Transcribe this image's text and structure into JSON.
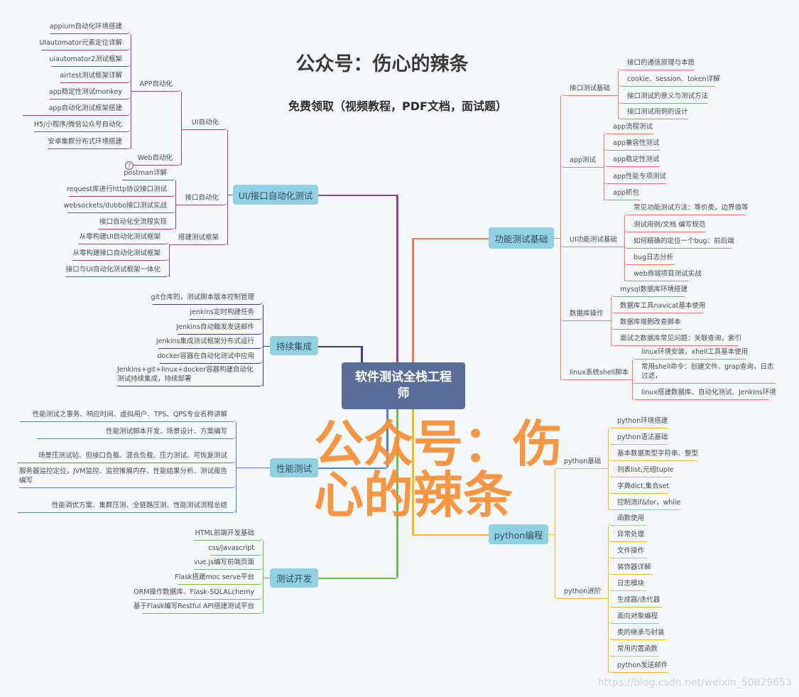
{
  "header": {
    "title": "公众号：伤心的辣条",
    "subtitle": "免费领取（视频教程，PDF文档，面试题）"
  },
  "watermark": "公众号：伤心的辣条",
  "url_watermark": "https://blog.csdn.net/weixin_50829653",
  "center": "软件测试全栈工程师",
  "colors": {
    "ui": "#9b3e8f",
    "ci": "#3b3a8c",
    "perf": "#4a82d0",
    "dev": "#6cbf4c",
    "func": "#f27a63",
    "python": "#f5b823",
    "center": "#5a6d98",
    "topic_box": "#8fd0e2"
  },
  "branches": {
    "ui": {
      "label": "UI/接口自动化测试",
      "subs": [
        {
          "label": "UI自动化"
        },
        {
          "label": "APP自动化",
          "items": [
            "appium自动化环境搭建",
            "UIautomator元素定位详解",
            "uiautomator2测试框架",
            "airtest测试框架详解",
            "app稳定性测试monkey",
            "app自动化测试框架搭建",
            "H5/小程序/微信公众号自动化",
            "安卓集群分布式环境搭建"
          ]
        },
        {
          "label": "Web自动化",
          "collapsed_count": "7"
        },
        {
          "label": "接口自动化",
          "items": [
            "postman详解",
            "request库进行http协议接口测试",
            "websockets/dubbo接口测试实战",
            "接口自动化全流程实现"
          ]
        },
        {
          "label": "搭建测试框架",
          "items": [
            "从零构建UI自动化测试框架",
            "从零构建接口自动化测试框架",
            "接口与UI自动化测试框架一体化"
          ]
        }
      ]
    },
    "ci": {
      "label": "持续集成",
      "items": [
        "git仓库的，测试脚本版本控制管理",
        "jenkins定时构建任务",
        "Jenkins自动触发发送邮件",
        "jenkins集成测试框架分布式运行",
        "docker容器在自动化测试中应用",
        "Jenkins+git+linux+docker容器构建自动化测试持续集成，持续部署"
      ]
    },
    "perf": {
      "label": "性能测试",
      "items": [
        "性能测试之事务、响应时间、虚拟用户、TPS、QPS专业名称讲解",
        "性能测试脚本开发、场景设计、方案编写",
        "场景压测试验、但接口负载、混合负载、压力测试、可恢复测试",
        "服务器监控定位，JVM监控、监控推展内存、性能结果分析、测试报告编写",
        "性能调优方案、集群压测、全链路压测、性能测试流程总结"
      ]
    },
    "dev": {
      "label": "测试开发",
      "items": [
        "HTML前端开发基础",
        "css/javascript",
        "vue.js编写前端页面",
        "Flask搭建moc serve平台",
        "ORM操作数据库、Flask-SQLALchemy",
        "基于Flask编写Restful API搭建测试平台"
      ]
    },
    "func": {
      "label": "功能测试基础",
      "subs": [
        {
          "label": "接口测试基础",
          "items": [
            "接口的通信原理与本质",
            "cookie、session、token详解",
            "接口测试的意义与测试方法",
            "接口测试用例的设计"
          ]
        },
        {
          "label": "app测试",
          "items": [
            "app流程测试",
            "app兼容性测试",
            "app稳定性测试",
            "app性能专项测试",
            "app抓包"
          ]
        },
        {
          "label": "UI功能测试基础",
          "items": [
            "常见功能测试方法：等价类，边界值等",
            "测试用例/文档 编写规范",
            "如何精确的定位一个bug：前后端",
            "bug日志分析",
            "web商城项目测试实战"
          ]
        },
        {
          "label": "数据库操作",
          "items": [
            "mysql数据库环境搭建",
            "数据库工具navicat基本使用",
            "数据库增删改查脚本",
            "面试之数据库常见问题：关联查询，索引"
          ]
        },
        {
          "label": "linux系统shell脚本",
          "items": [
            "linux环境安装，xhell工具基本使用",
            "常用shell命令：创建文件、grap查询，日志过滤，",
            "linux搭建数据库、自动化测试、Jenkins环境"
          ]
        }
      ]
    },
    "python": {
      "label": "python编程",
      "subs": [
        {
          "label": "python基础",
          "items": [
            "python环境搭建",
            "python语法基础",
            "基本数据类型字符串、整型",
            "列表list,元组tuple",
            "字典dict,集合set",
            "控制流if&for，while"
          ]
        },
        {
          "label": "python进阶",
          "items": [
            "函数使用",
            "异常处理",
            "文件操作",
            "装饰器详解",
            "日志模块",
            "生成器/迭代器",
            "面向对象编程",
            "类的继承与封装",
            "常用内置函数",
            "python发送邮件"
          ]
        }
      ]
    }
  }
}
